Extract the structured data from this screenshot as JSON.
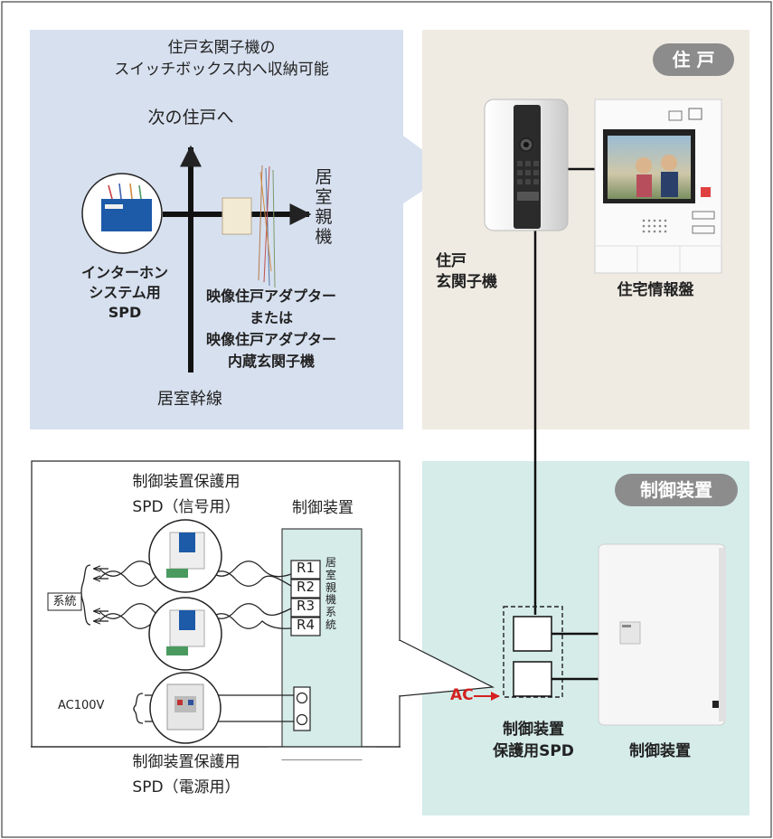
{
  "resident": {
    "badge": "住 戸",
    "note_line1": "住戸玄関子機の",
    "note_line2": "スイッチボックス内へ収納可能",
    "arrow_up_label": "次の住戸へ",
    "arrow_right_label": "居室親機",
    "spd_line1": "インターホン",
    "spd_line2": "システム用",
    "spd_line3": "SPD",
    "adapter_line1": "映像住戸アダプター",
    "adapter_line2": "または",
    "adapter_line3": "映像住戸アダプター",
    "adapter_line4": "内蔵玄関子機",
    "trunk_label": "居室幹線",
    "door_unit_line1": "住戸",
    "door_unit_line2": "玄関子機",
    "panel_label": "住宅情報盤"
  },
  "control": {
    "badge": "制御装置",
    "spd_label_line1": "制御装置",
    "spd_label_line2": "保護用SPD",
    "device_label": "制御装置",
    "ac_label": "AC"
  },
  "detail": {
    "signal_spd_line1": "制御装置保護用",
    "signal_spd_line2": "SPD（信号用）",
    "device_header": "制御装置",
    "terminals": [
      "R1",
      "R2",
      "R3",
      "R4"
    ],
    "terminal_group_label": "居室親機系統",
    "system_label": "系統",
    "ac_label": "AC100V",
    "power_spd_line1": "制御装置保護用",
    "power_spd_line2": "SPD（電源用）"
  },
  "colors": {
    "resident_left_bg": "#d7e0ef",
    "resident_right_bg": "#efebe3",
    "control_bg": "#d5ece9",
    "badge_bg": "#8c8c8c",
    "ac_color": "#d42020"
  }
}
